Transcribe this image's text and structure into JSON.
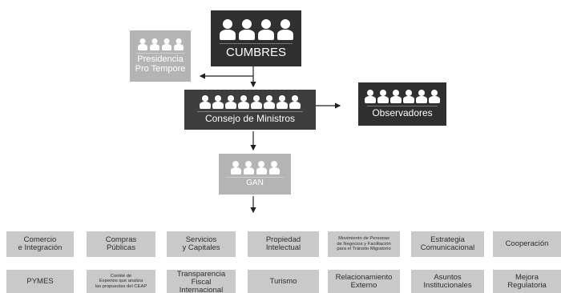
{
  "nodes": {
    "cumbres": {
      "label": "CUMBRES"
    },
    "presidencia": {
      "label_line1": "Presidencia",
      "label_line2": "Pro Tempore"
    },
    "consejo": {
      "label": "Consejo de Ministros"
    },
    "observadores": {
      "label": "Observadores"
    },
    "gan": {
      "label": "GAN"
    }
  },
  "groups_row1": [
    "Comercio\ne Integración",
    "Compras\nPúblicas",
    "Servicios\ny Capitales",
    "Propiedad\nIntelectual",
    "Movimiento de Personas\nde Negocios y Facilitación\npara el Tránsito Migratorio",
    "Estrategia\nComunicacional",
    "Cooperación"
  ],
  "groups_row2": [
    "PYMES",
    "Comité de\nExpertos que analiza\nlas propuestas del CEAP",
    "Transparencia\nFiscal\nInternacional",
    "Turismo",
    "Relacionamiento\nExterno",
    "Asuntos\nInstitucionales",
    "Mejora\nRegulatoria"
  ],
  "colors": {
    "dark": "#3d3d3d",
    "light": "#b4b4b4",
    "cell": "#c9c9c9"
  },
  "icons": [
    "person-icon",
    "arrow-icon"
  ]
}
